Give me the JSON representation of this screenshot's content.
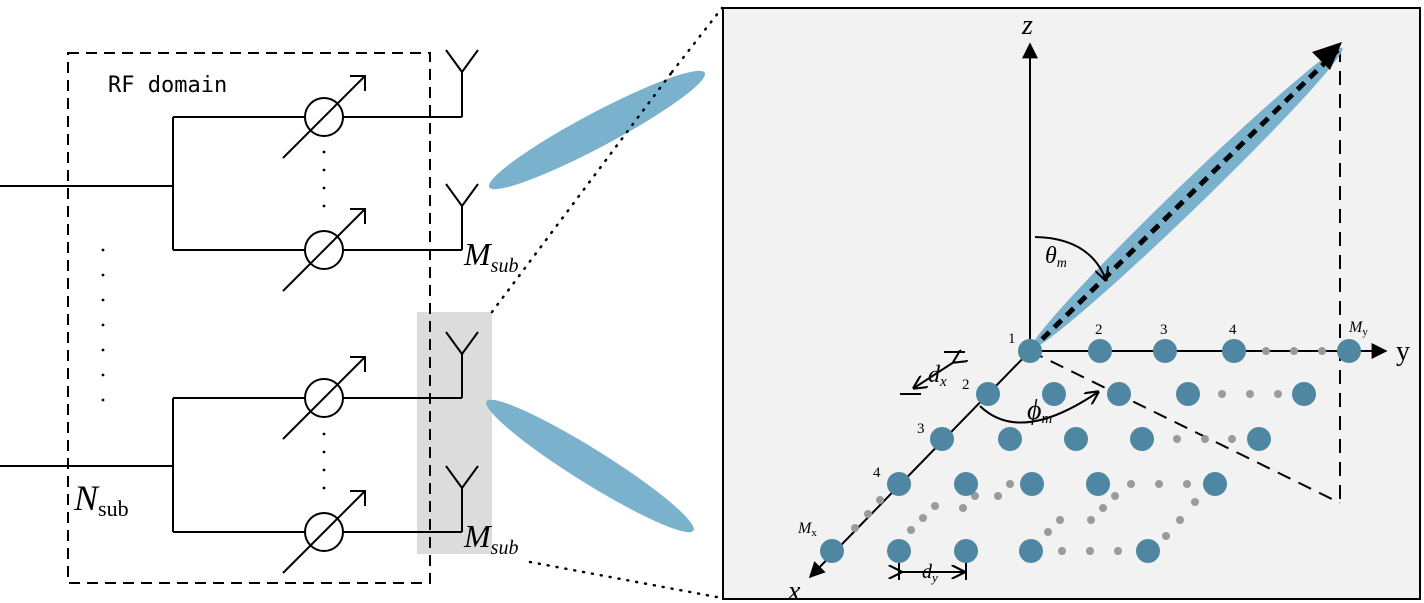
{
  "rf_domain": {
    "title": "RF domain",
    "n_sub_main": "N",
    "n_sub_sub": "sub",
    "m_sub_main": "M",
    "m_sub_sub": "sub"
  },
  "array_panel": {
    "axis_z": "z",
    "axis_y": "y",
    "axis_x": "x",
    "theta_main": "θ",
    "theta_sub": "m",
    "phi_main": "ϕ",
    "phi_sub": "m",
    "dx_main": "d",
    "dx_sub": "x",
    "dy_main": "d",
    "dy_sub": "y",
    "my_main": "M",
    "my_sub": "y",
    "mx_main": "M",
    "mx_sub": "x",
    "y_indices": [
      "1",
      "2",
      "3",
      "4"
    ],
    "x_indices": [
      "2",
      "3",
      "4"
    ]
  },
  "colors": {
    "beam": "#7ab2cd",
    "element": "#4f87a2",
    "panel_bg": "#f2f2f2",
    "highlight": "#dcdcdc",
    "dots": "#9a9a9a"
  }
}
